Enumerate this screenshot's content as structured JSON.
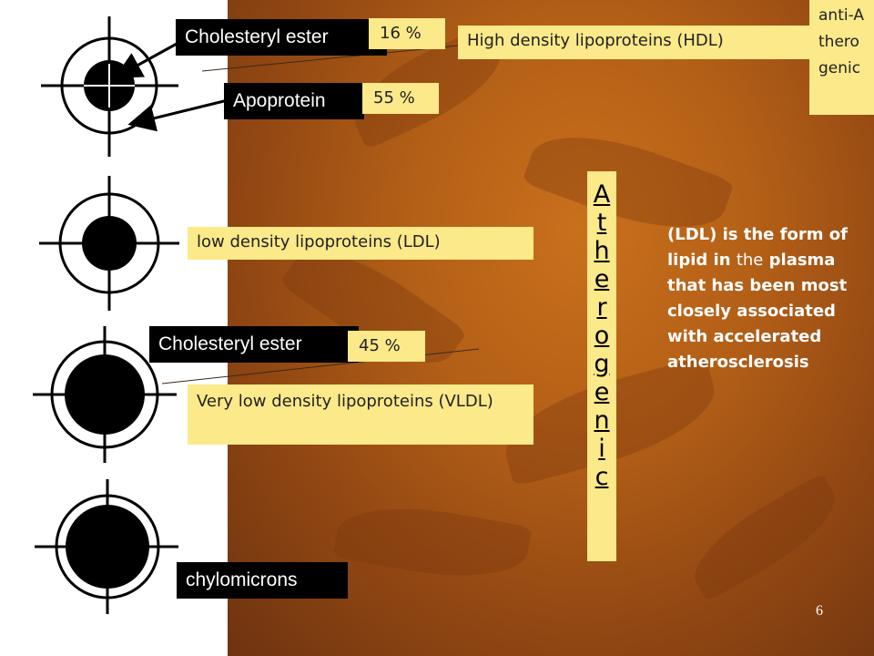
{
  "hdl": {
    "chol_label": "Cholesteryl ester",
    "chol_pct": "16 %",
    "apo_label": "Apoprotein",
    "apo_pct": "55 %",
    "name": "High density lipoproteins (HDL)",
    "anti": "anti-Atherogenic"
  },
  "ldl": {
    "name": "low density lipoproteins (LDL)",
    "note_lead": "(LDL) is the form of lipid in",
    "note_mid": "the",
    "note_tail": "plasma that has been most closely associated with accelerated atherosclerosis"
  },
  "vldl": {
    "chol_label": "Cholesteryl ester",
    "chol_pct": "45 %",
    "name": "Very low density lipoproteins (VLDL)"
  },
  "chylo": {
    "name": "chylomicrons"
  },
  "atherogenic": [
    "A",
    "t",
    "h",
    "e",
    "r",
    "o",
    "g",
    "e",
    "n",
    "i",
    "c"
  ],
  "page_number": "6",
  "colors": {
    "label_bg": "#fbe98a",
    "dark_label_bg": "#000000",
    "background": "#b35f17"
  }
}
